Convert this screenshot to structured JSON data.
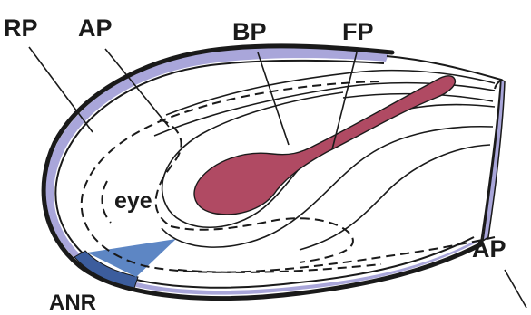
{
  "labels": {
    "rp": "RP",
    "ap_top": "AP",
    "bp": "BP",
    "fp": "FP",
    "eye": "eye",
    "ap_right": "AP",
    "anr": "ANR"
  },
  "colors": {
    "rp_band": "#a9a6da",
    "anr_band": "#3c5d9d",
    "anr_wedge": "#5d86c4",
    "fp_fill": "#b04a63",
    "outline": "#1a1a1a",
    "background": "#ffffff"
  }
}
